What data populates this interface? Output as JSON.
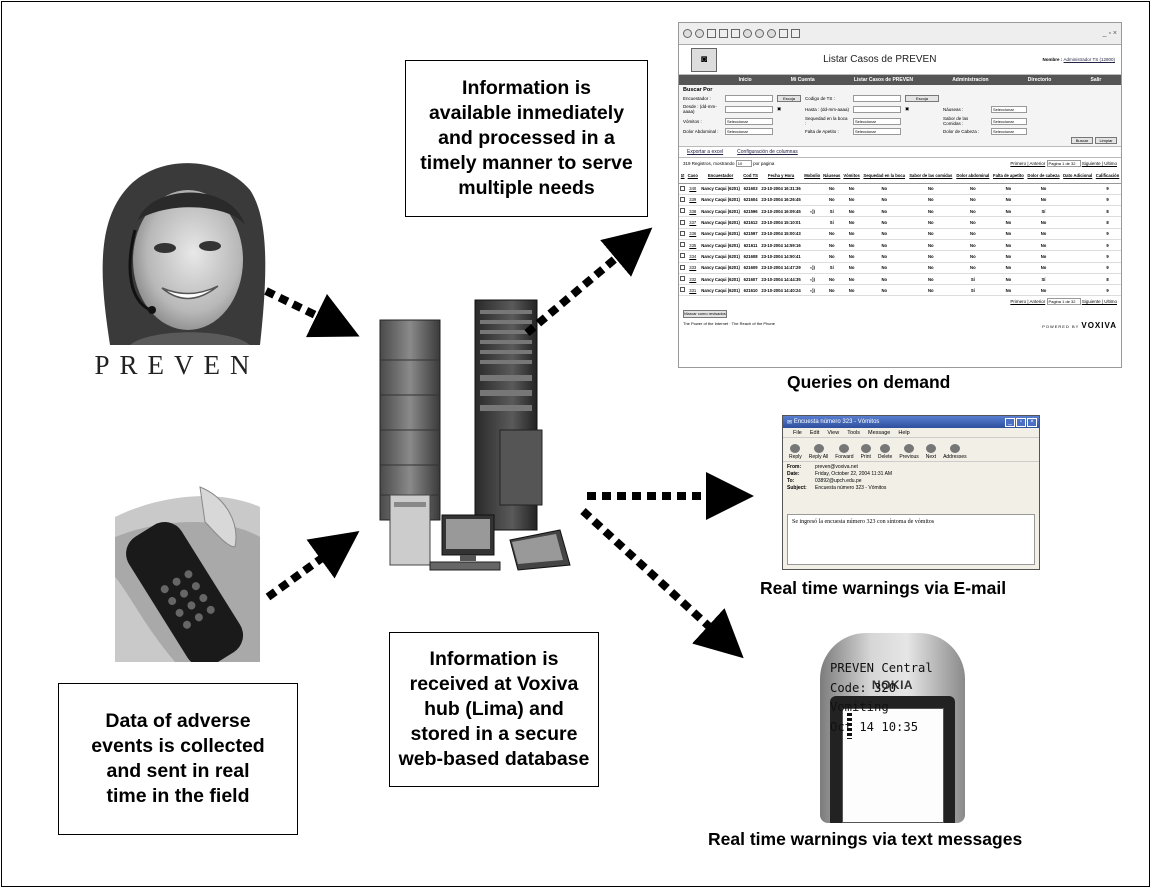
{
  "boxes": {
    "info_available": [
      "Information is",
      "available inmediately",
      "and processed in a",
      "timely manner to serve",
      "multiple needs"
    ],
    "info_received": [
      "Information is",
      "received at Voxiva",
      "hub (Lima) and",
      "stored in a secure",
      "web-based database"
    ],
    "data_collected": [
      "Data of adverse",
      "events is collected",
      "and sent in real",
      "time in the field"
    ]
  },
  "captions": {
    "queries": "Queries on demand",
    "email": "Real time warnings via E-mail",
    "sms": "Real time warnings via text messages"
  },
  "preven_logo": "PREVEN",
  "webapp": {
    "title": "Listar Casos de PREVEN",
    "user": "Nombre : ",
    "user_link": "Administrador TS (12800)",
    "nav": [
      "Inicio",
      "Mi Cuenta",
      "Listar Casos de PREVEN",
      "Administracion",
      "Directorio",
      "Salir"
    ],
    "search_title": "Buscar Por",
    "fields": {
      "encuestador": "Encuestador :",
      "codigo_ts": "Codigo de TS :",
      "desde": "Desde : (dd-mm-aaaa)",
      "hasta": "Hasta : (dd-mm-aaaa)",
      "nauseas": "Náuseas :",
      "vomitos": "Vómitos :",
      "sequedad": "Sequedad en la boca :",
      "sabor": "Sabor de las Comidas :",
      "dolor_abd": "Dolor Abdominal :",
      "falta_apetito": "Falta de Apetito :",
      "dolor_cabeza": "Dolor de Cabeza :",
      "select": "Seleccionar",
      "escoja": "Escoja"
    },
    "buttons": {
      "buscar": "Buscar",
      "limpiar": "Limpiar",
      "mark": "Marcar como revisados"
    },
    "export": "Exportar a excel",
    "columns_config": "Configuración de columnas",
    "records": "319 Registros, mostrando",
    "per_page_value": "10",
    "per_page": "por pagina",
    "pager": "Primero | Anterior",
    "page_value": "Pagina 1 de 32",
    "pager_next": "Siguiente | Ultimo",
    "headers": [
      "Caso",
      "Encuestador",
      "Cod TS",
      "Fecha y Hora",
      "Mobolio",
      "Náuseas",
      "Vómitos",
      "Sequedad en la boca",
      "Sabor de las comidas",
      "Dolor abdominal",
      "Falta de apetito",
      "Dolor de cabeza",
      "Dato Adicional",
      "Calificación"
    ],
    "rows": [
      [
        "340",
        "Nancy Caqui (6201)",
        "621603",
        "23-10-2004 16:31:36",
        "",
        "No",
        "No",
        "No",
        "No",
        "No",
        "No",
        "No",
        "",
        "9"
      ],
      [
        "339",
        "Nancy Caqui (6201)",
        "621604",
        "23-10-2004 16:26:45",
        "",
        "No",
        "No",
        "No",
        "No",
        "No",
        "No",
        "No",
        "",
        "9"
      ],
      [
        "338",
        "Nancy Caqui (6201)",
        "621596",
        "23-10-2004 16:09:45",
        "snd",
        "Sí",
        "No",
        "No",
        "No",
        "No",
        "No",
        "Sí",
        "",
        "8"
      ],
      [
        "337",
        "Nancy Caqui (6201)",
        "621612",
        "23-10-2004 15:10:01",
        "",
        "Sí",
        "No",
        "No",
        "No",
        "No",
        "No",
        "No",
        "",
        "8"
      ],
      [
        "336",
        "Nancy Caqui (6201)",
        "621597",
        "23-10-2004 15:00:43",
        "",
        "No",
        "No",
        "No",
        "No",
        "No",
        "No",
        "No",
        "",
        "9"
      ],
      [
        "335",
        "Nancy Caqui (6201)",
        "621611",
        "23-10-2004 14:59:16",
        "",
        "No",
        "No",
        "No",
        "No",
        "No",
        "No",
        "No",
        "",
        "9"
      ],
      [
        "334",
        "Nancy Caqui (6201)",
        "621608",
        "23-10-2004 14:50:41",
        "",
        "No",
        "No",
        "No",
        "No",
        "No",
        "No",
        "No",
        "",
        "9"
      ],
      [
        "333",
        "Nancy Caqui (6201)",
        "621609",
        "23-10-2004 14:47:29",
        "snd",
        "Sí",
        "No",
        "No",
        "No",
        "No",
        "No",
        "No",
        "",
        "9"
      ],
      [
        "332",
        "Nancy Caqui (6201)",
        "621607",
        "23-10-2004 14:44:35",
        "snd",
        "No",
        "No",
        "No",
        "No",
        "Sí",
        "No",
        "Sí",
        "",
        "8"
      ],
      [
        "331",
        "Nancy Caqui (6201)",
        "621610",
        "23-10-2004 14:40:24",
        "snd",
        "No",
        "No",
        "No",
        "No",
        "Sí",
        "No",
        "No",
        "",
        "9"
      ]
    ],
    "footer_left": "The Power of the Internet · The Reach of the Phone",
    "powered": "POWERED BY",
    "powered_brand": "VOXIVA"
  },
  "email": {
    "title": "Encuesta número 323 - Vómitos",
    "menu": [
      "File",
      "Edit",
      "View",
      "Tools",
      "Message",
      "Help"
    ],
    "tools": [
      "Reply",
      "Reply All",
      "Forward",
      "Print",
      "Delete",
      "Previous",
      "Next",
      "Addresses"
    ],
    "from_label": "From:",
    "from": "preven@voxiva.net",
    "date_label": "Date:",
    "date": "Friday, October 22, 2004 11:31 AM",
    "to_label": "To:",
    "to": "03892@upch.edu.pe",
    "subject_label": "Subject:",
    "subject": "Encuesta número 323 - Vómitos",
    "body": "Se ingresó la encuesta número 323 con síntoma de vómitos"
  },
  "phone": {
    "brand": "NOKIA",
    "lines": [
      "PREVEN Central",
      "Code: 320",
      "Vomiting",
      "Oct 14 10:35"
    ]
  },
  "colors": {
    "border": "#000000",
    "arrow": "#000000",
    "background": "#ffffff"
  }
}
